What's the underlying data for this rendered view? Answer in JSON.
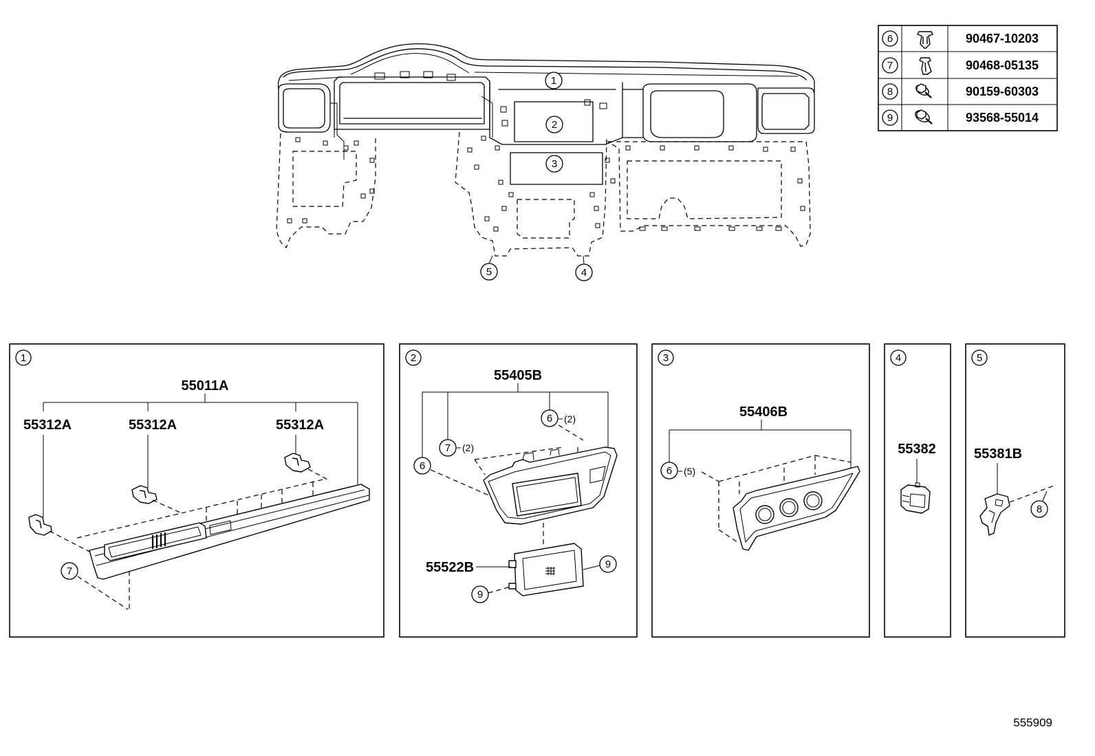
{
  "colors": {
    "line": "#000000",
    "background": "#ffffff"
  },
  "parts_table": [
    {
      "ref": "6",
      "part_no": "90467-10203",
      "icon": "push-clip-icon"
    },
    {
      "ref": "7",
      "part_no": "90468-05135",
      "icon": "clip-icon"
    },
    {
      "ref": "8",
      "part_no": "90159-60303",
      "icon": "screw-icon"
    },
    {
      "ref": "9",
      "part_no": "93568-55014",
      "icon": "screw-icon"
    }
  ],
  "overview_callouts": [
    "1",
    "2",
    "3",
    "5",
    "4"
  ],
  "panels": [
    {
      "ref": "1",
      "assembly": "55011A",
      "clip_labels": [
        "55312A",
        "55312A",
        "55312A"
      ],
      "callouts": [
        {
          "num": "7"
        }
      ]
    },
    {
      "ref": "2",
      "assembly": "55405B",
      "display_label": "55522B",
      "callouts": [
        {
          "num": "6",
          "qty": "(2)"
        },
        {
          "num": "7",
          "qty": "(2)"
        },
        {
          "num": "6"
        },
        {
          "num": "9"
        },
        {
          "num": "9"
        }
      ]
    },
    {
      "ref": "3",
      "assembly": "55406B",
      "callouts": [
        {
          "num": "6",
          "qty": "(5)"
        }
      ]
    },
    {
      "ref": "4",
      "part_label": "55382"
    },
    {
      "ref": "5",
      "part_label": "55381B",
      "callouts": [
        {
          "num": "8"
        }
      ]
    }
  ],
  "diagram_ref": "555909"
}
